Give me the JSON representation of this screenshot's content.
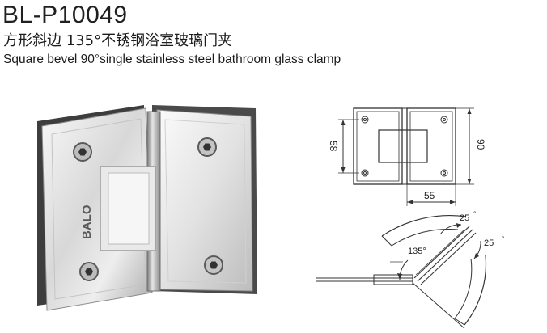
{
  "header": {
    "model": "BL-P10049",
    "title_cn": "方形斜边 135°不锈钢浴室玻璃门夹",
    "title_en": "Square bevel 90°single stainless steel bathroom glass clamp"
  },
  "product": {
    "brand_mark": "BALO",
    "finish_colors": {
      "base": "#c9c9c9",
      "highlight": "#f4f4f4",
      "shadow": "#6f6f6f",
      "back_plate": "#3d3d3d"
    }
  },
  "dimension_drawing": {
    "height_outer": "90",
    "height_inner": "58",
    "width_plate": "55"
  },
  "angle_drawing": {
    "angle_main": "135°",
    "angle_upper": "25",
    "angle_side": "25",
    "degree_mark": "°"
  }
}
